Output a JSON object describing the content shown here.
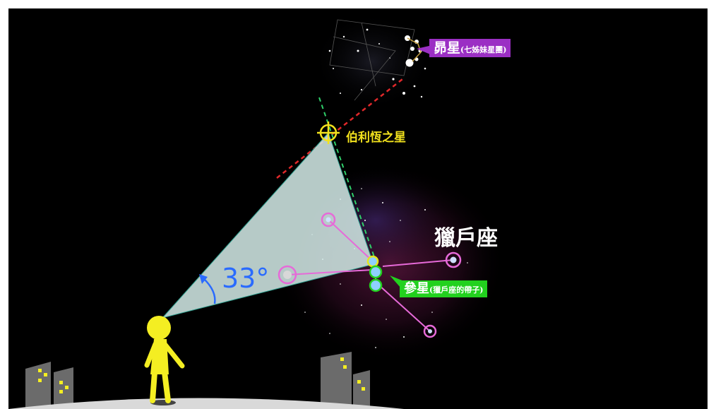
{
  "labels": {
    "pleiades_main": "昴星",
    "pleiades_sub": "(七姊妹星團)",
    "bethlehem_star": "伯利恆之星",
    "orion": "獵戶座",
    "belt_main": "參星",
    "belt_sub": "(獵戶座的帶子)",
    "angle": "33°"
  },
  "colors": {
    "sky": "#000000",
    "pleiades_tag": "#9b2fc4",
    "belt_tag": "#22d11e",
    "bethlehem_label": "#f2e21d",
    "angle_text": "#2a6bff",
    "person": "#f4ee22",
    "view_cone": "#cfe6e2",
    "buildings": "#6b6b6b",
    "windows": "#f4ee22"
  },
  "icons": [
    "crosshair-icon",
    "person-figure",
    "building-icon"
  ]
}
